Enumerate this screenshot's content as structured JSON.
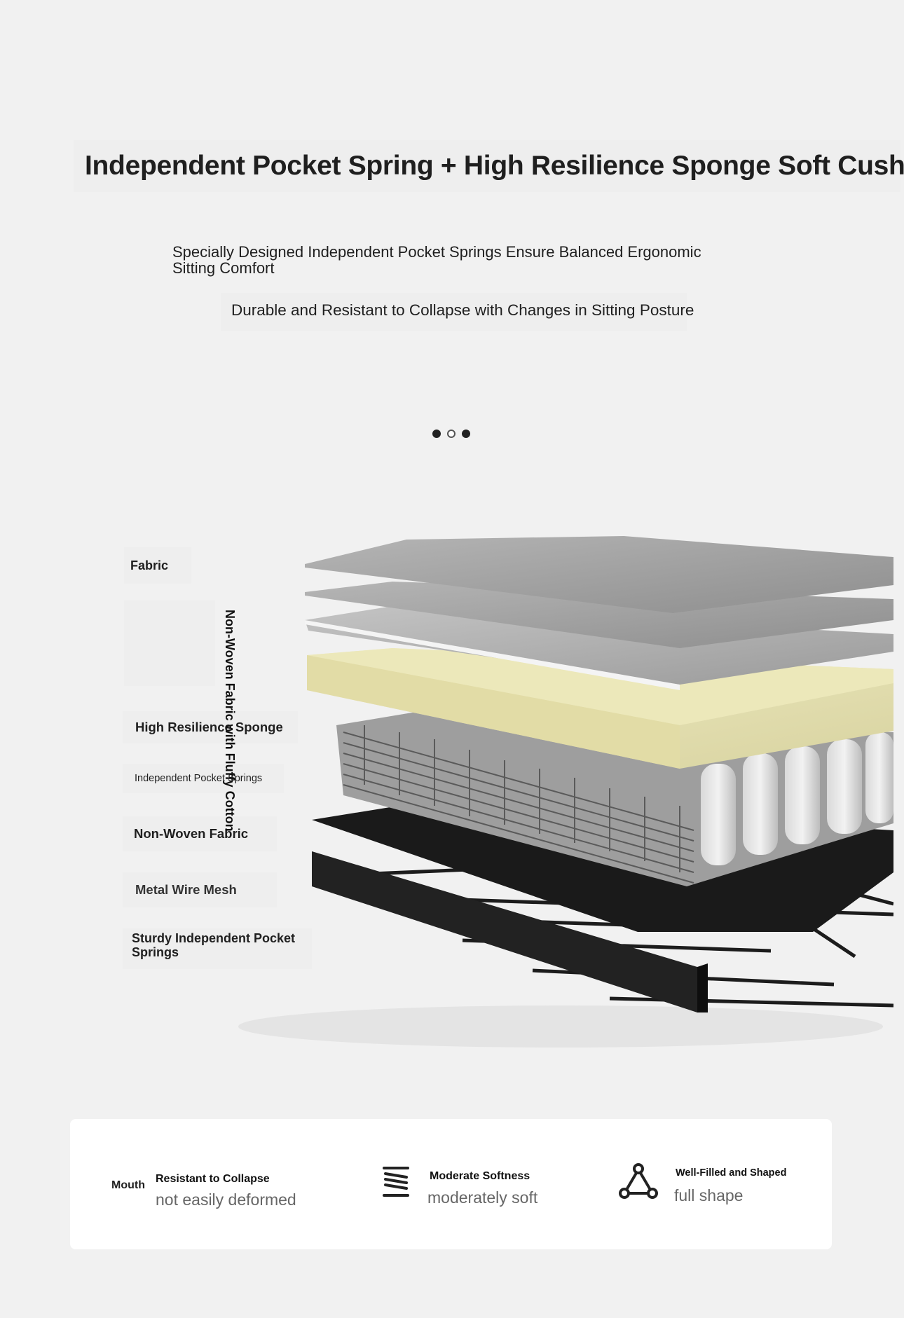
{
  "header": {
    "title": "Independent Pocket Spring + High Resilience Sponge Soft Cushion",
    "subtitle_1": "Specially Designed Independent Pocket Springs Ensure Balanced Ergonomic Sitting Comfort",
    "subtitle_2": "Durable and Resistant to Collapse with Changes in Sitting Posture"
  },
  "carousel": {
    "dot_count": 3,
    "active_index": 1
  },
  "layers": {
    "fabric": "Fabric",
    "non_woven_cotton": "Non-Woven Fabric with Fluffy Cotton",
    "sponge": "High Resilience Sponge",
    "pocket_springs": "Independent Pocket Springs",
    "non_woven": "Non-Woven Fabric",
    "wire_mesh": "Metal Wire Mesh",
    "sturdy_springs": "Sturdy Independent Pocket Springs"
  },
  "colors": {
    "background": "#f1f1f1",
    "fabric_layer": "#9c9c9c",
    "sponge_layer": "#e6e2b4",
    "frame": "#1a1a1a"
  },
  "features": [
    {
      "icon": "mouth-icon",
      "icon_text": "Mouth",
      "title": "Resistant to Collapse",
      "desc": "not easily deformed"
    },
    {
      "icon": "spring-icon",
      "title": "Moderate Softness",
      "desc": "moderately soft"
    },
    {
      "icon": "triangle-nodes-icon",
      "title": "Well-Filled and Shaped",
      "desc": "full shape"
    }
  ]
}
